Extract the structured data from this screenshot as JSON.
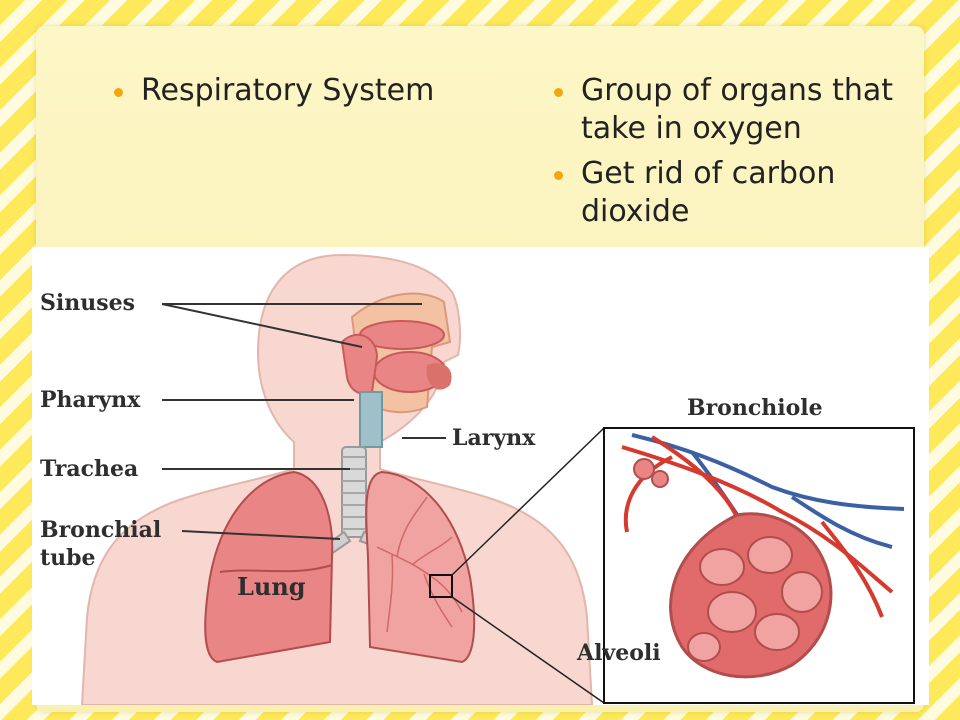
{
  "slide": {
    "left_bullets": [
      "Respiratory System"
    ],
    "right_bullets": [
      "Group of organs that take in oxygen",
      "Get rid of carbon dioxide"
    ]
  },
  "diagram": {
    "labels": {
      "sinuses": "Sinuses",
      "pharynx": "Pharynx",
      "trachea": "Trachea",
      "bronchial_1": "Bronchial",
      "bronchial_2": "tube",
      "larynx": "Larynx",
      "lung": "Lung",
      "bronchiole": "Bronchiole",
      "alveoli": "Alveoli"
    },
    "colors": {
      "skin": "#f7d7cf",
      "organ": "#e98585",
      "organ_dark": "#c95a5a",
      "vein": "#3d5fa3",
      "artery": "#d63a2e"
    }
  }
}
